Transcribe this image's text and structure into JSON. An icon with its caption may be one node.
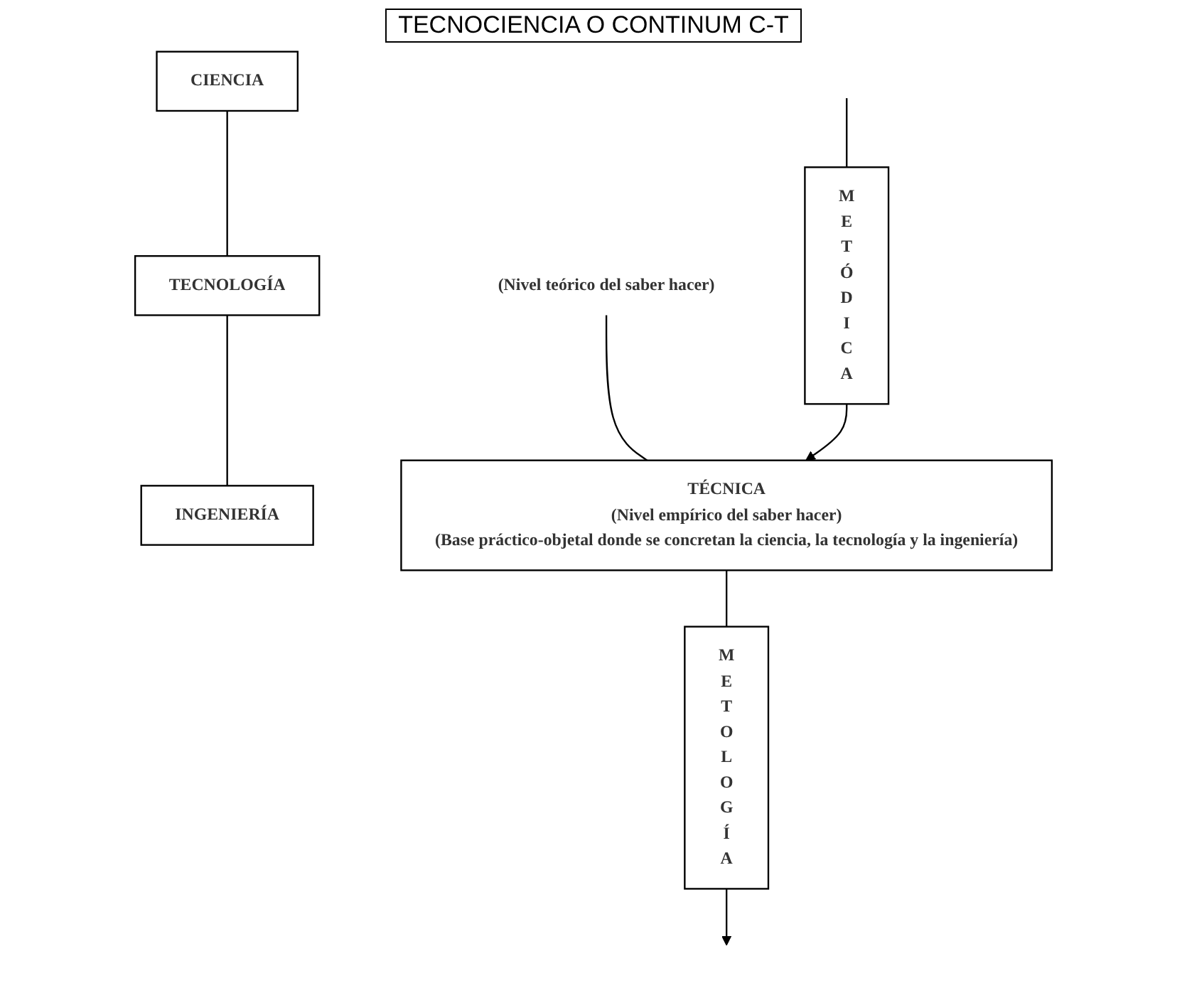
{
  "diagram": {
    "title": "TECNOCIENCIA O CONTINUM C-T",
    "nodes": [
      {
        "text": [
          "CIENCIA"
        ]
      },
      {
        "text": [
          "TECNOLOGÍA"
        ]
      },
      {
        "text": [
          "INGENIERÍA"
        ]
      },
      {
        "text": [
          "(Nivel teórico del saber hacer)"
        ]
      },
      {
        "text": [
          "METÓDICA"
        ]
      },
      {
        "text": [
          "METOLOGÍA"
        ]
      },
      {
        "text": [
          "TÉCNICA",
          "(Nivel empírico del saber hacer)",
          "(Base práctico-objetal donde se concretan la ciencia, la tecnología y la ingeniería)"
        ]
      }
    ],
    "edges": [
      {
        "from": 0,
        "to": 1,
        "arrow": "none"
      },
      {
        "from": 1,
        "to": 2,
        "arrow": "none"
      },
      {
        "from": 3,
        "to": 6,
        "arrow": "none"
      },
      {
        "from": null,
        "to": 4,
        "arrow": "none"
      },
      {
        "from": 4,
        "to": 6,
        "arrow": "to"
      },
      {
        "from": 6,
        "to": 5,
        "arrow": "none"
      },
      {
        "from": 5,
        "to": null,
        "arrow": "to"
      }
    ]
  }
}
